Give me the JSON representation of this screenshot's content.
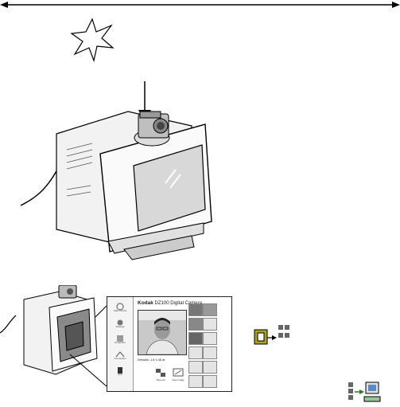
{
  "window": {
    "brand": "Kodak",
    "model": "DZ100 Digital Camera",
    "photo_caption": "Winston, 10:1:45 at",
    "sidebar_items": [
      "Take Picture",
      "Settings",
      "Properties",
      "Connection",
      "Exit"
    ],
    "save_all_label": "Save All",
    "view_label": "View image"
  },
  "icons": {
    "top_burst": "attention-burst-icon",
    "camera_to_doc": "camera-to-document-icon",
    "camera_to_pc": "camera-to-computer-icon"
  }
}
